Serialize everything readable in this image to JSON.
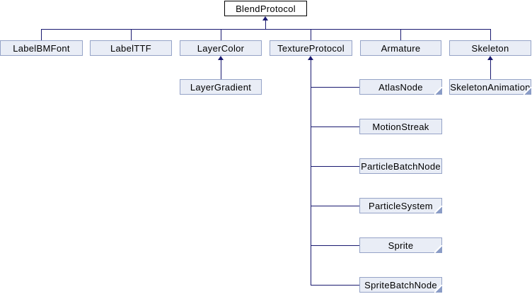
{
  "diagram": {
    "kind": "class-inheritance-graph",
    "root_class": "BlendProtocol",
    "colors": {
      "background": "#ffffff",
      "node_fill": "#e9edf6",
      "node_border": "#95a3c7",
      "root_node_fill": "#ffffff",
      "root_node_border": "#000000",
      "edge": "#191970",
      "text": "#000000",
      "fold_corner": "#8a9cc6"
    }
  },
  "nodes": {
    "blendProtocol": {
      "label": "BlendProtocol",
      "has_subclasses_marker": false
    },
    "labelBMFont": {
      "label": "LabelBMFont",
      "has_subclasses_marker": false
    },
    "labelTTF": {
      "label": "LabelTTF",
      "has_subclasses_marker": false
    },
    "layerColor": {
      "label": "LayerColor",
      "has_subclasses_marker": false
    },
    "textureProtocol": {
      "label": "TextureProtocol",
      "has_subclasses_marker": false
    },
    "armature": {
      "label": "Armature",
      "has_subclasses_marker": false
    },
    "skeleton": {
      "label": "Skeleton",
      "has_subclasses_marker": false
    },
    "layerGradient": {
      "label": "LayerGradient",
      "has_subclasses_marker": false
    },
    "atlasNode": {
      "label": "AtlasNode",
      "has_subclasses_marker": true
    },
    "skeletonAnimation": {
      "label": "SkeletonAnimation",
      "has_subclasses_marker": true
    },
    "motionStreak": {
      "label": "MotionStreak",
      "has_subclasses_marker": false
    },
    "particleBatchNode": {
      "label": "ParticleBatchNode",
      "has_subclasses_marker": false
    },
    "particleSystem": {
      "label": "ParticleSystem",
      "has_subclasses_marker": true
    },
    "sprite": {
      "label": "Sprite",
      "has_subclasses_marker": true
    },
    "spriteBatchNode": {
      "label": "SpriteBatchNode",
      "has_subclasses_marker": true
    }
  },
  "edges": [
    {
      "from": "LabelBMFont",
      "to": "BlendProtocol"
    },
    {
      "from": "LabelTTF",
      "to": "BlendProtocol"
    },
    {
      "from": "LayerColor",
      "to": "BlendProtocol"
    },
    {
      "from": "TextureProtocol",
      "to": "BlendProtocol"
    },
    {
      "from": "Armature",
      "to": "BlendProtocol"
    },
    {
      "from": "Skeleton",
      "to": "BlendProtocol"
    },
    {
      "from": "LayerGradient",
      "to": "LayerColor"
    },
    {
      "from": "AtlasNode",
      "to": "TextureProtocol"
    },
    {
      "from": "MotionStreak",
      "to": "TextureProtocol"
    },
    {
      "from": "ParticleBatchNode",
      "to": "TextureProtocol"
    },
    {
      "from": "ParticleSystem",
      "to": "TextureProtocol"
    },
    {
      "from": "Sprite",
      "to": "TextureProtocol"
    },
    {
      "from": "SpriteBatchNode",
      "to": "TextureProtocol"
    },
    {
      "from": "SkeletonAnimation",
      "to": "Skeleton"
    }
  ]
}
